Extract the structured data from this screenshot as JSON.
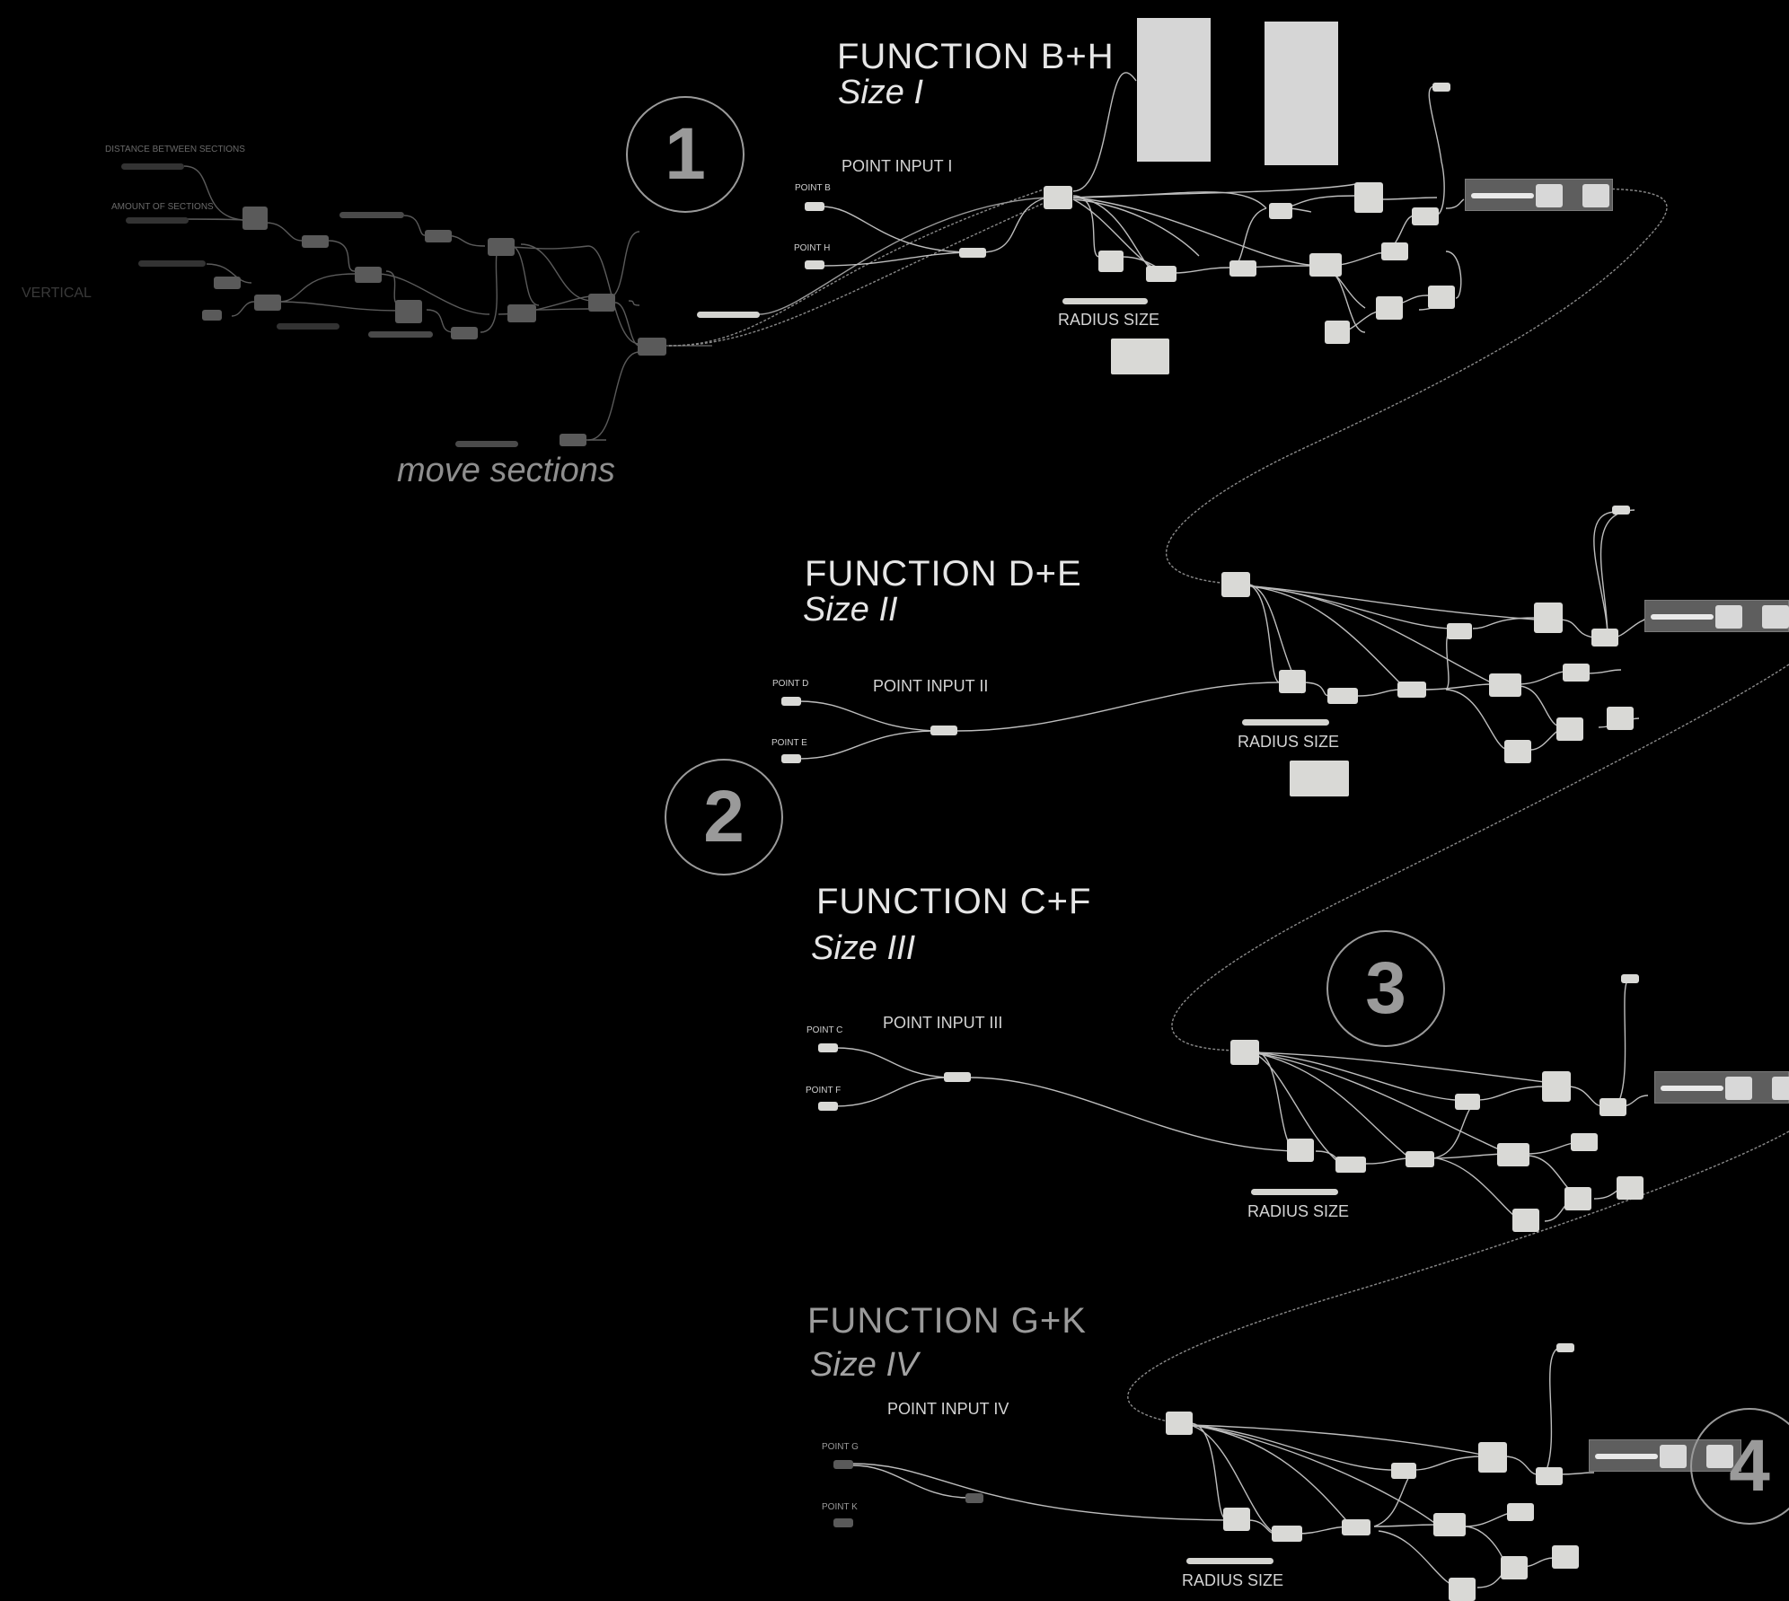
{
  "cluster_1": {
    "number": "1",
    "title": "FUNCTION B+H",
    "size": "Size I",
    "point_input": "POINT INPUT I",
    "point_a": "POINT B",
    "point_b": "POINT H",
    "radius": "RADIUS SIZE"
  },
  "cluster_2": {
    "number": "2",
    "title": "FUNCTION D+E",
    "size": "Size II",
    "point_input": "POINT INPUT II",
    "point_a": "POINT D",
    "point_b": "POINT E",
    "radius": "RADIUS SIZE"
  },
  "cluster_3": {
    "number": "3",
    "title": "FUNCTION C+F",
    "size": "Size III",
    "point_input": "POINT INPUT III",
    "point_a": "POINT C",
    "point_b": "POINT F",
    "radius": "RADIUS SIZE"
  },
  "cluster_4": {
    "number": "4",
    "title": "FUNCTION G+K",
    "size": "Size IV",
    "point_input": "POINT INPUT IV",
    "point_a": "POINT G",
    "point_b": "POINT K",
    "radius": "RADIUS SIZE"
  },
  "left_group": {
    "distance": "DISTANCE BETWEEN SECTIONS",
    "amount": "AMOUNT OF SECTIONS",
    "vertical": "VERTICAL",
    "move": "move sections"
  },
  "colors": {
    "background": "#000000",
    "node": "#d9d9d6",
    "wire": "#cfcfcf",
    "annotation_grey": "#9a9a9a"
  }
}
